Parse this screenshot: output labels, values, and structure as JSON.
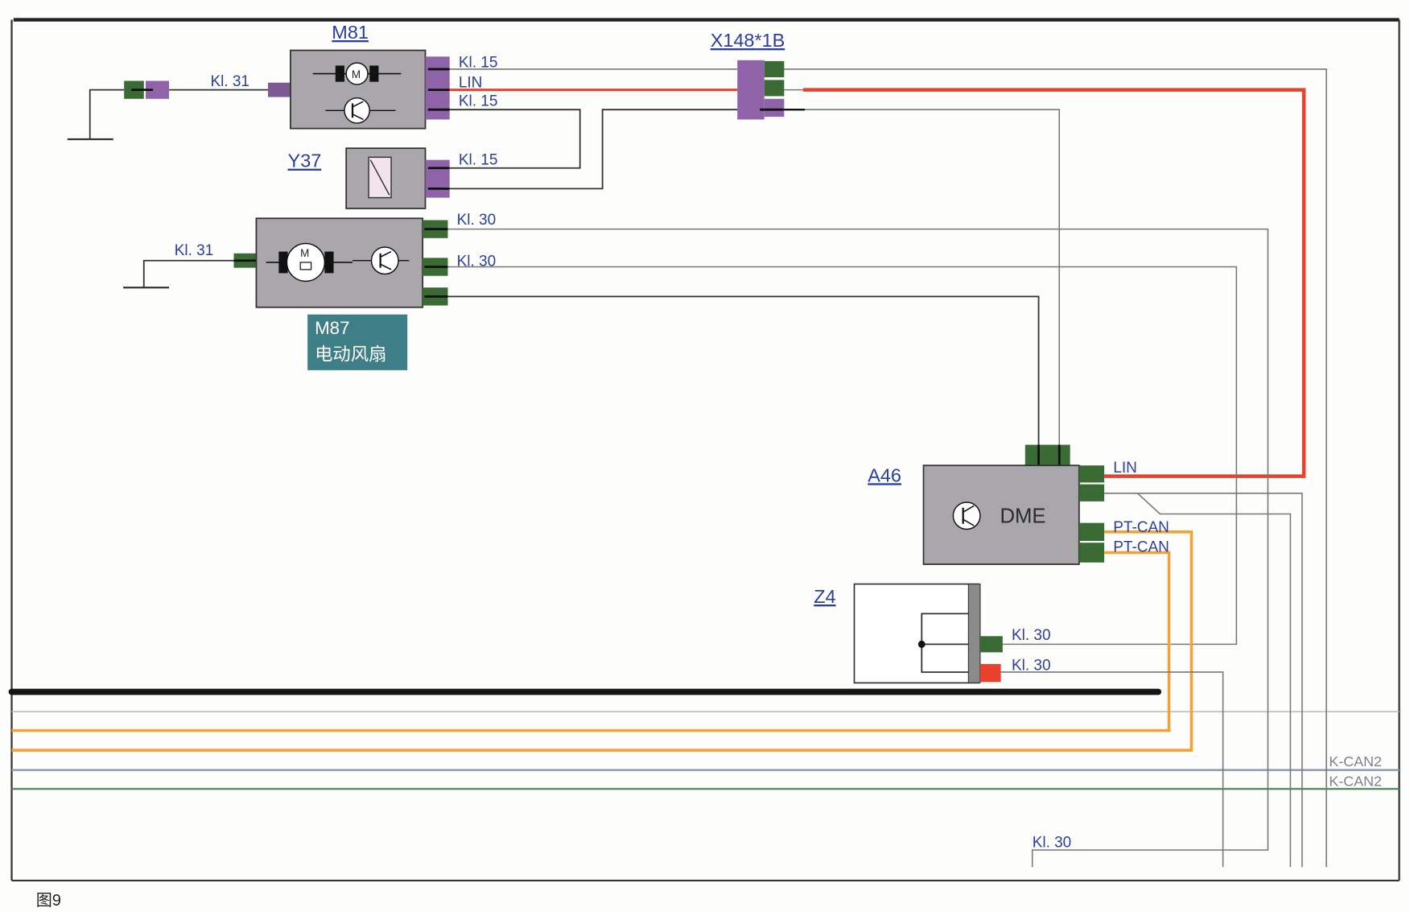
{
  "caption": "图9",
  "components": {
    "m81": {
      "label": "M81",
      "motor_symbol": "M"
    },
    "x148": {
      "label": "X148*1B"
    },
    "y37": {
      "label": "Y37"
    },
    "m87": {
      "label": "M87",
      "name": "电动风扇",
      "motor_symbol": "M"
    },
    "a46": {
      "label": "A46",
      "inner_label": "DME"
    },
    "z4": {
      "label": "Z4"
    }
  },
  "wires": {
    "m81_kl31": "Kl. 31",
    "m81_kl15_top": "Kl. 15",
    "m81_lin": "LIN",
    "m81_kl15_bottom": "Kl. 15",
    "y37_kl15": "Kl. 15",
    "m87_kl30_top": "Kl. 30",
    "m87_kl30_mid": "Kl. 30",
    "m87_kl31": "Kl. 31",
    "a46_lin": "LIN",
    "a46_ptcan_1": "PT-CAN",
    "a46_ptcan_2": "PT-CAN",
    "z4_kl30_1": "Kl. 30",
    "z4_kl30_2": "Kl. 30",
    "kcan2_1": "K-CAN2",
    "kcan2_2": "K-CAN2",
    "bottom_kl30": "Kl. 30"
  },
  "colors": {
    "lin": "#e8412c",
    "pt_can": "#f4a236",
    "k_can2_a": "#8e9bb0",
    "k_can2_b": "#4e8d5c",
    "connector_purple": "#8f63a8",
    "connector_green": "#3b6b34",
    "module_gray": "#a9a7ab",
    "m87_tag": "#3e7e86"
  }
}
